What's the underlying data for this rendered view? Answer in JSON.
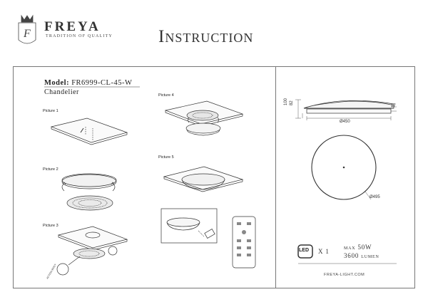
{
  "header": {
    "brand": "FREYA",
    "tagline": "TRADITION OF QUALITY",
    "title": "Instruction"
  },
  "product": {
    "model_label": "Model:",
    "model_number": "FR6999-CL-45-W",
    "type": "Chandelier"
  },
  "pictures": {
    "p1": "Picture 1",
    "p2": "Picture 2",
    "p3": "Picture 3",
    "p4": "Picture 4",
    "p5": "Picture 5"
  },
  "dimensions": {
    "height_total": "100",
    "height_body": "82",
    "edge": "17",
    "width": "Ø450",
    "diameter": "Ø495"
  },
  "specs": {
    "led_label": "LED",
    "led_count": "X 1",
    "power": "max 50W",
    "lumen": "3600 lumen"
  },
  "footer": {
    "url": "FREYA-LIGHT.COM"
  },
  "icons": [
    "freya-logo-emblem",
    "led-badge-icon",
    "remote-control-icon"
  ]
}
